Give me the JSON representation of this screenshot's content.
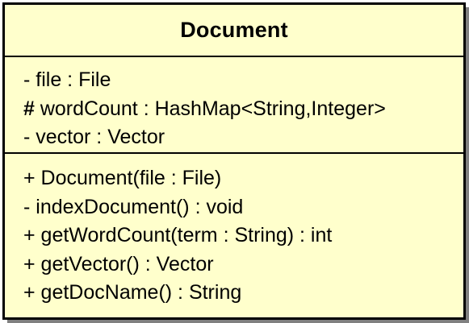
{
  "class": {
    "name": "Document",
    "attributes": [
      {
        "visibility": "-",
        "text": " file : File",
        "bold_visibility": false
      },
      {
        "visibility": "#",
        "text": " wordCount : HashMap<String,Integer>",
        "bold_visibility": true
      },
      {
        "visibility": "-",
        "text": " vector : Vector",
        "bold_visibility": false
      }
    ],
    "operations": [
      {
        "visibility": "+",
        "text": " Document(file : File)"
      },
      {
        "visibility": "-",
        "text": " indexDocument() : void"
      },
      {
        "visibility": "+",
        "text": " getWordCount(term : String) : int"
      },
      {
        "visibility": "+",
        "text": " getVector() : Vector"
      },
      {
        "visibility": "+",
        "text": " getDocName() : String"
      }
    ]
  },
  "colors": {
    "fill": "#ffffcc",
    "border": "#000000",
    "shadow": "#808080"
  }
}
